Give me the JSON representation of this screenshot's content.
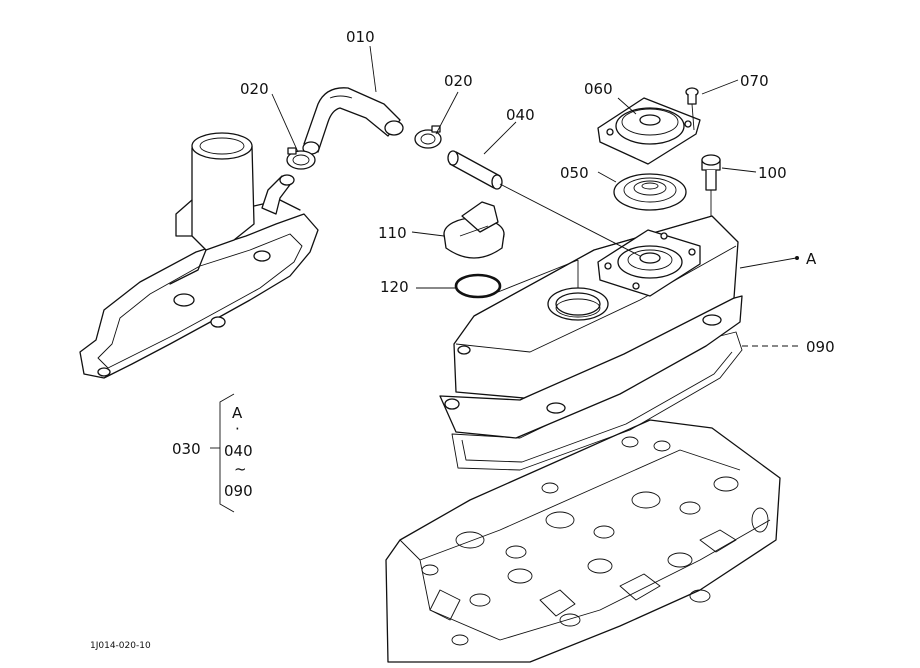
{
  "callouts": {
    "p010": "010",
    "p020a": "020",
    "p020b": "020",
    "p040": "040",
    "p060": "060",
    "p070": "070",
    "p050": "050",
    "p100": "100",
    "p110": "110",
    "p120": "120",
    "pA": "A",
    "p090": "090"
  },
  "assembly": {
    "number": "030",
    "range_start": "A",
    "dot": "·",
    "range_mid": "040",
    "tilde": "~",
    "range_end": "090"
  },
  "footer": {
    "code": "1J014-020-10"
  }
}
